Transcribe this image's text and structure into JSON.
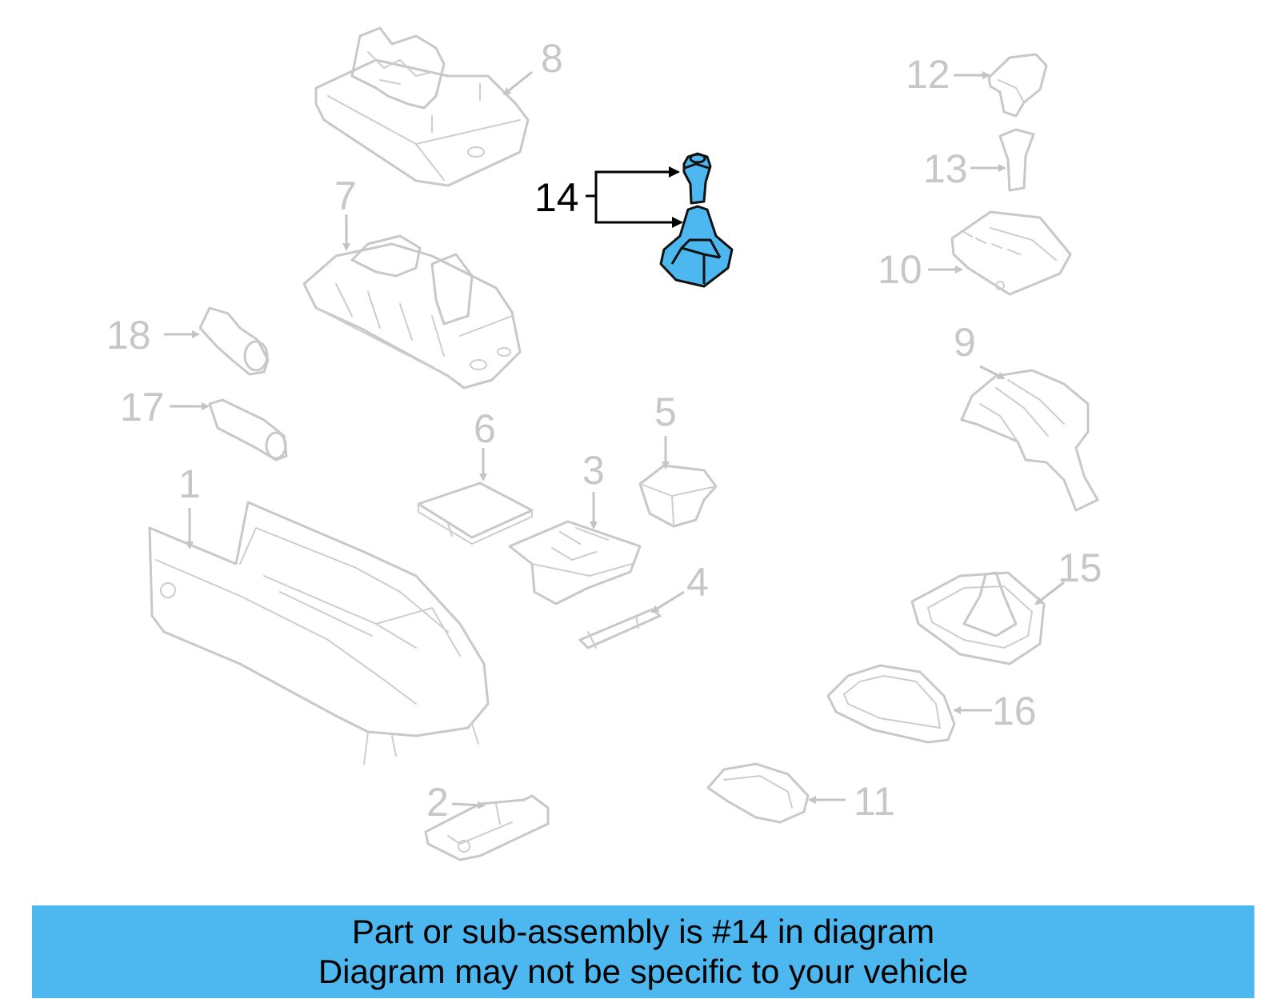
{
  "diagram": {
    "callouts": {
      "c1": "1",
      "c2": "2",
      "c3": "3",
      "c4": "4",
      "c5": "5",
      "c6": "6",
      "c7": "7",
      "c8": "8",
      "c9": "9",
      "c10": "10",
      "c11": "11",
      "c12": "12",
      "c13": "13",
      "c14": "14",
      "c15": "15",
      "c16": "16",
      "c17": "17",
      "c18": "18"
    },
    "highlighted_part": "14",
    "colors": {
      "highlight": "#4db8f0",
      "outline": "#c8c8c8",
      "banner": "#4db8f0"
    }
  },
  "banner": {
    "line1": "Part or sub-assembly is #14 in diagram",
    "line2": "Diagram may not be specific to your vehicle"
  }
}
